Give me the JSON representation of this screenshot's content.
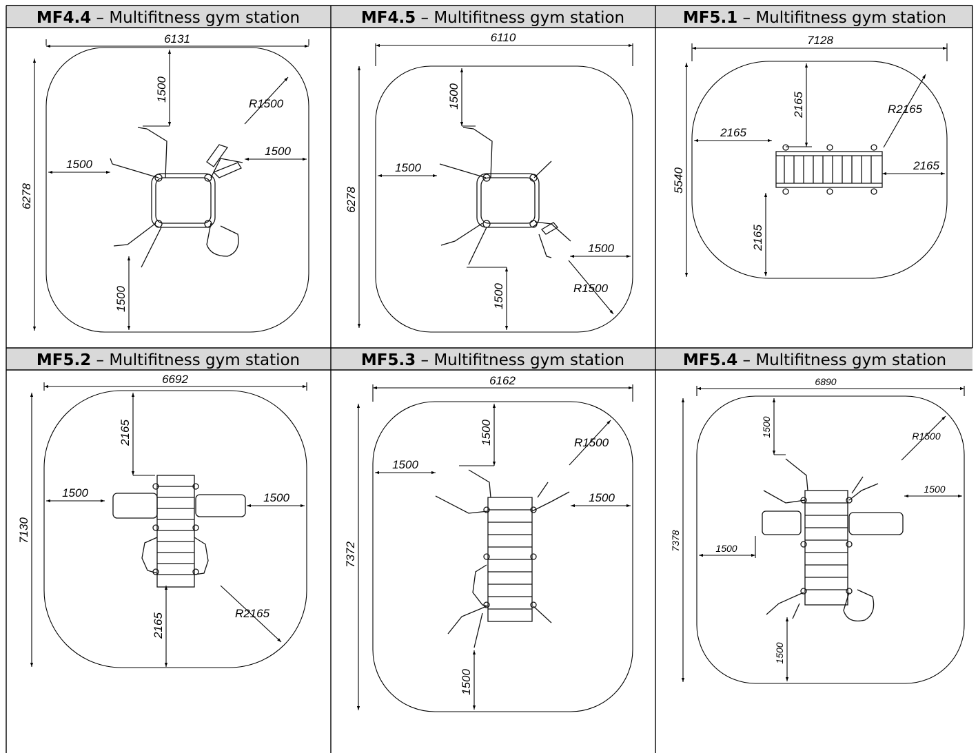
{
  "panels": [
    {
      "code": "MF4.4",
      "title": " – Multifitness gym station",
      "dims": {
        "width": "6131",
        "height": "6278",
        "top": "1500",
        "left": "1500",
        "right": "1500",
        "bottom": "1500",
        "radius": "R1500"
      }
    },
    {
      "code": "MF4.5",
      "title": " – Multifitness gym station",
      "dims": {
        "width": "6110",
        "height": "6278",
        "top": "1500",
        "left": "1500",
        "right": "1500",
        "bottom": "1500",
        "radius": "R1500"
      }
    },
    {
      "code": "MF5.1",
      "title": " – Multifitness gym station",
      "dims": {
        "width": "7128",
        "height": "5540",
        "top": "2165",
        "left": "2165",
        "right": "2165",
        "bottom": "2165",
        "radius": "R2165"
      }
    },
    {
      "code": "MF5.2",
      "title": " – Multifitness gym station",
      "dims": {
        "width": "6692",
        "height": "7130",
        "top": "2165",
        "left": "1500",
        "right": "1500",
        "bottom": "2165",
        "radius": "R2165"
      }
    },
    {
      "code": "MF5.3",
      "title": " – Multifitness gym station",
      "dims": {
        "width": "6162",
        "height": "7372",
        "top": "1500",
        "left": "1500",
        "right": "1500",
        "bottom": "1500",
        "radius": "R1500"
      }
    },
    {
      "code": "MF5.4",
      "title": " – Multifitness gym station",
      "dims": {
        "width": "6890",
        "height": "7378",
        "top": "1500",
        "left": "1500",
        "right": "1500",
        "bottom": "1500",
        "radius": "R1500"
      }
    }
  ]
}
